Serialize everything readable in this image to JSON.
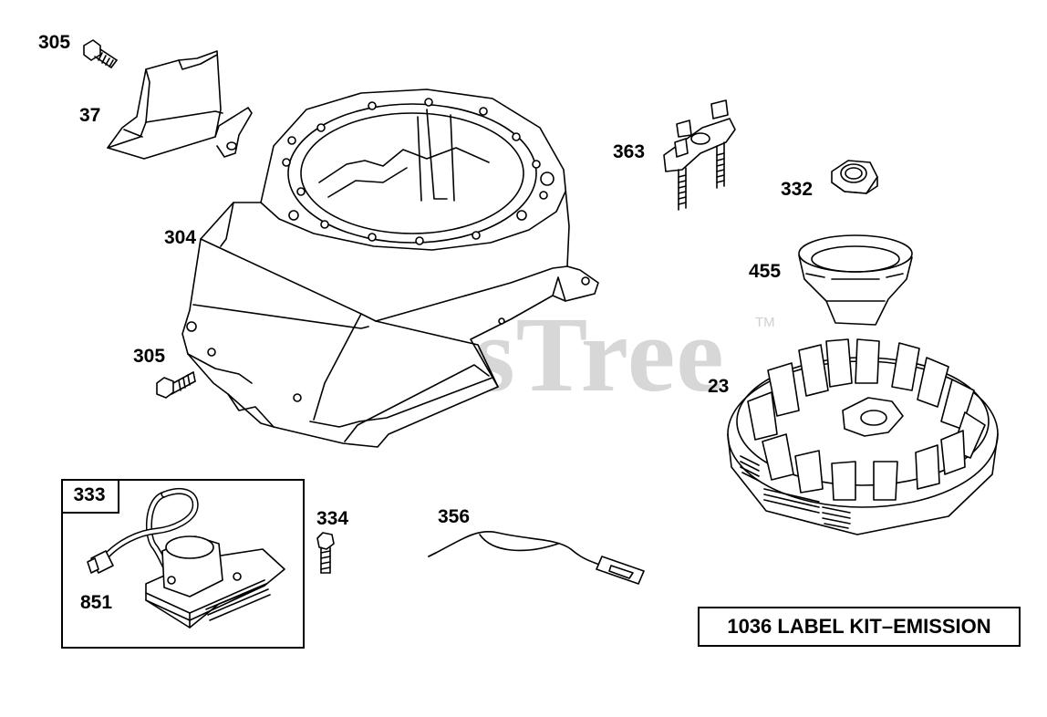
{
  "watermark": {
    "text": "PartsTree",
    "trademark": "TM"
  },
  "labels": {
    "bolt_top": "305",
    "deflector": "37",
    "blower_housing": "304",
    "bolt_left": "305",
    "stud_bracket": "363",
    "nut": "332",
    "cup": "455",
    "flywheel": "23",
    "ignition_box": "333",
    "ignition_lead": "851",
    "screw": "334",
    "ground_wire": "356"
  },
  "label_kit": {
    "text": "1036 LABEL KIT–EMISSION"
  }
}
